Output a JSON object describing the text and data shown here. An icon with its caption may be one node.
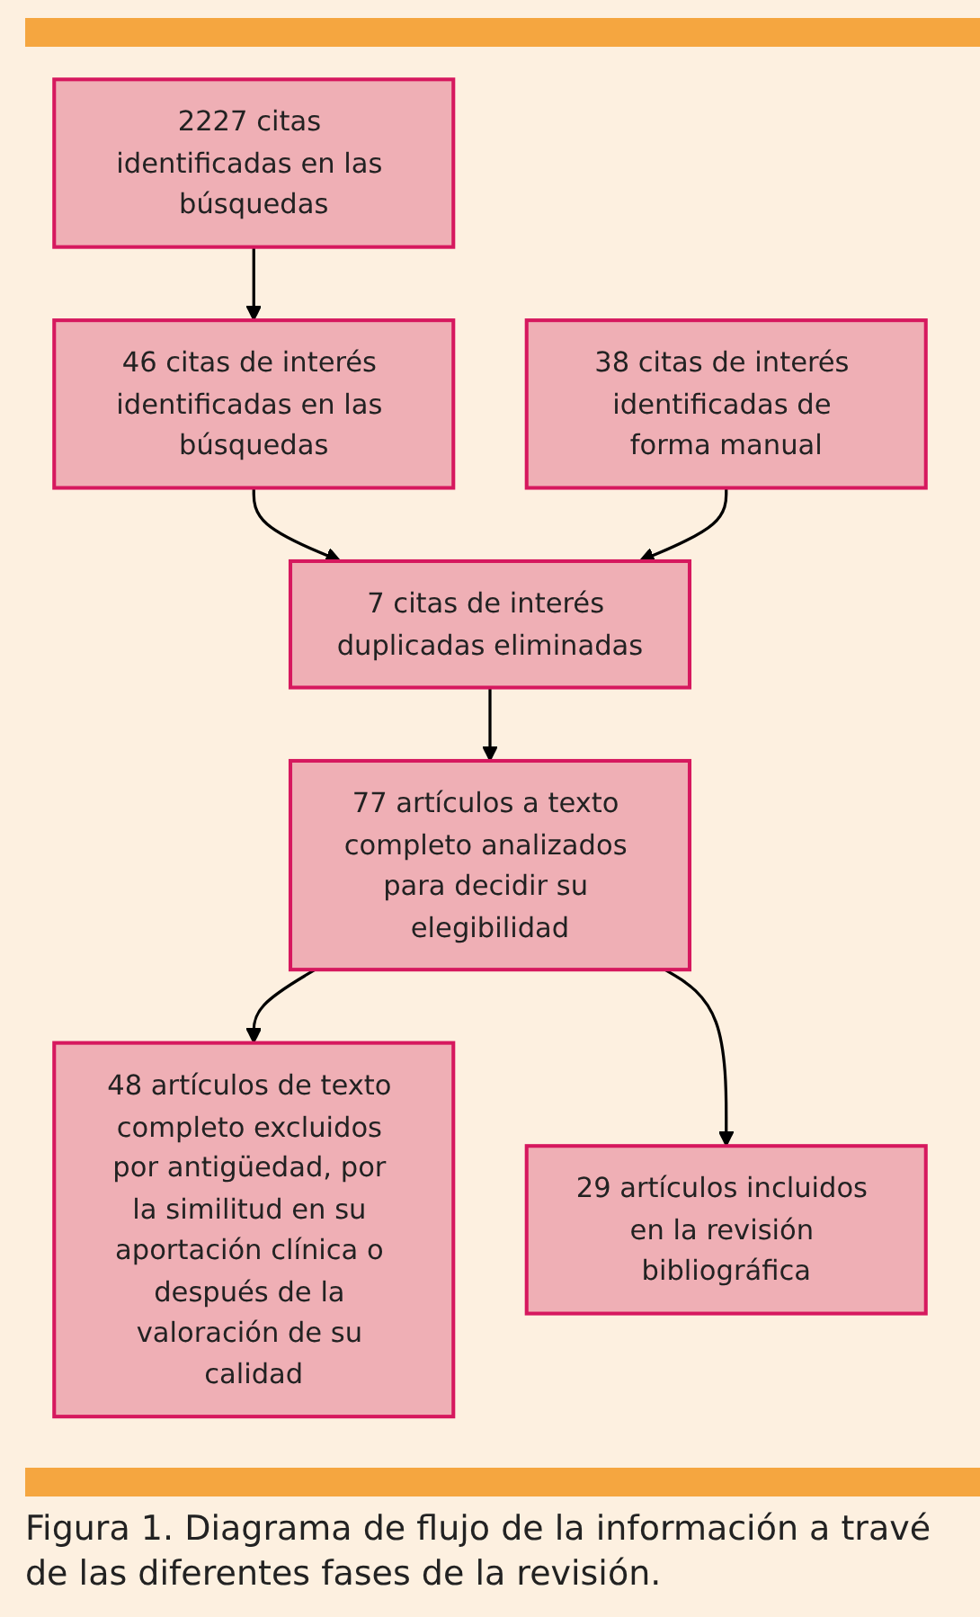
{
  "diagram": {
    "caption": "Figura 1. Diagrama de flujo de la información a travé de las diferentes fases de la revisión.",
    "nodes": [
      {
        "text": [
          "2227 citas identificadas en las búsquedas"
        ]
      },
      {
        "text": [
          "46 citas de interés identificadas en las búsquedas"
        ]
      },
      {
        "text": [
          "38 citas de interés identificadas de forma manual"
        ]
      },
      {
        "text": [
          "7 citas de interés duplicadas eliminadas"
        ]
      },
      {
        "text": [
          "77 artículos a texto completo analizados para decidir su elegibilidad"
        ]
      },
      {
        "text": [
          "48 artículos de texto completo excluidos por antigüedad, por la similitud en su aportación clínica o después de la valoración de su calidad"
        ]
      },
      {
        "text": [
          "29 artículos incluidos en la revisión bibliográfica"
        ]
      }
    ],
    "edges": [
      {
        "from": 0,
        "to": 1,
        "arrow": "to"
      },
      {
        "from": 1,
        "to": 3,
        "arrow": "to"
      },
      {
        "from": 2,
        "to": 3,
        "arrow": "to"
      },
      {
        "from": 3,
        "to": 4,
        "arrow": "to"
      },
      {
        "from": 4,
        "to": 5,
        "arrow": "to"
      },
      {
        "from": 4,
        "to": 6,
        "arrow": "to"
      }
    ]
  }
}
